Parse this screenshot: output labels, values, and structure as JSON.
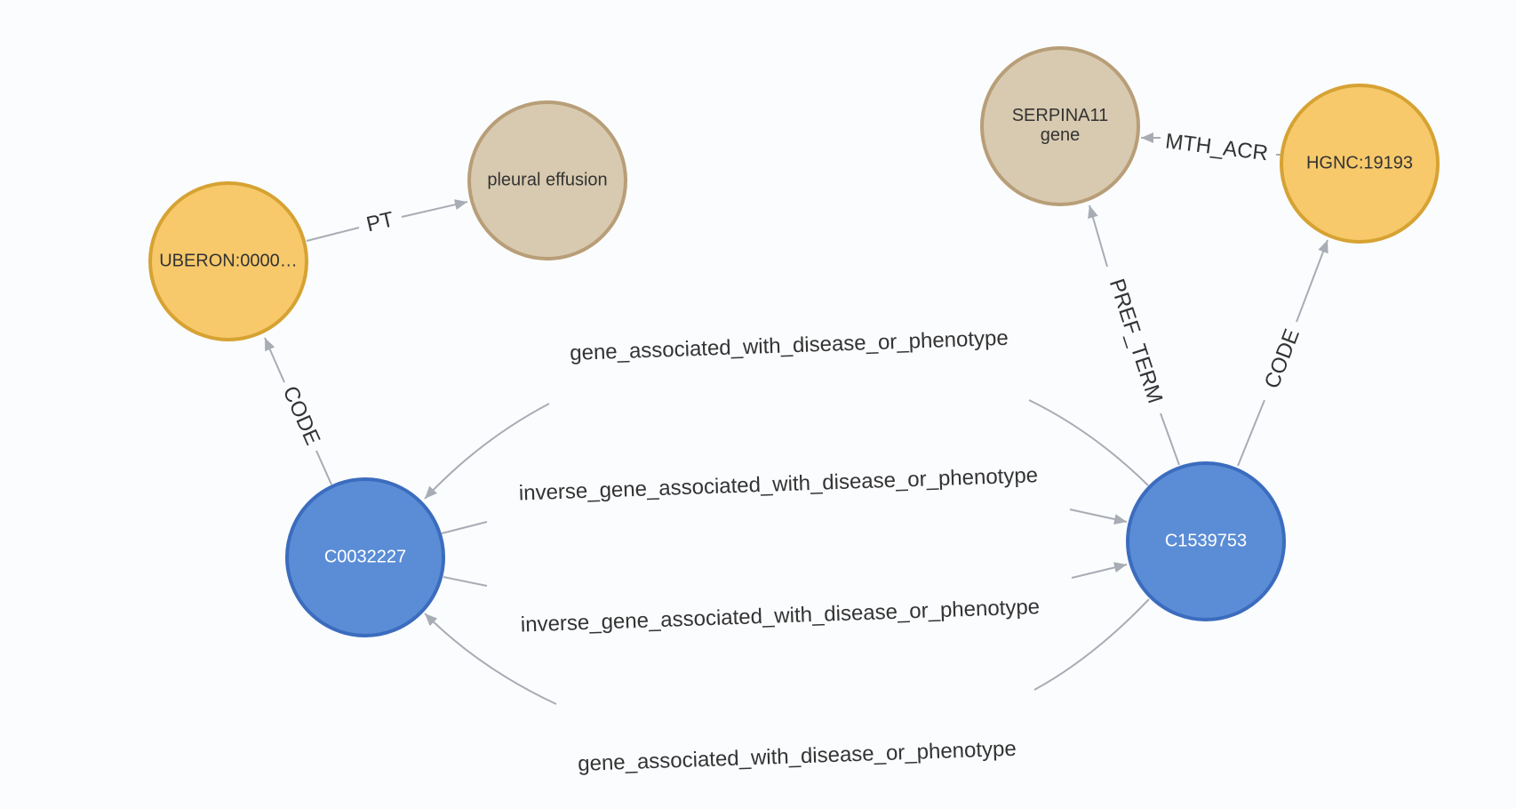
{
  "graph": {
    "nodes": [
      {
        "id": "uberon",
        "label": "UBERON:0000…",
        "category": "code"
      },
      {
        "id": "pleural",
        "label": "pleural effusion",
        "category": "term"
      },
      {
        "id": "c0032227",
        "label": "C0032227",
        "category": "concept"
      },
      {
        "id": "serpina11",
        "label": [
          "SERPINA11",
          "gene"
        ],
        "category": "term"
      },
      {
        "id": "hgnc",
        "label": "HGNC:19193",
        "category": "code"
      },
      {
        "id": "c1539753",
        "label": "C1539753",
        "category": "concept"
      }
    ],
    "edges": [
      {
        "id": "pt",
        "label": "PT",
        "source": "uberon",
        "target": "pleural"
      },
      {
        "id": "code-left",
        "label": "CODE",
        "source": "c0032227",
        "target": "uberon"
      },
      {
        "id": "gene-assoc-top",
        "label": "gene_associated_with_disease_or_phenotype",
        "source": "c1539753",
        "target": "c0032227"
      },
      {
        "id": "inverse-top",
        "label": "inverse_gene_associated_with_disease_or_phenotype",
        "source": "c0032227",
        "target": "c1539753"
      },
      {
        "id": "inverse-bottom",
        "label": "inverse_gene_associated_with_disease_or_phenotype",
        "source": "c0032227",
        "target": "c1539753"
      },
      {
        "id": "gene-assoc-bottom",
        "label": "gene_associated_with_disease_or_phenotype",
        "source": "c1539753",
        "target": "c0032227"
      },
      {
        "id": "pref-term",
        "label": "PREF_TERM",
        "source": "c1539753",
        "target": "serpina11"
      },
      {
        "id": "code-right",
        "label": "CODE",
        "source": "c1539753",
        "target": "hgnc"
      },
      {
        "id": "mth-acr",
        "label": "MTH_ACR",
        "source": "hgnc",
        "target": "serpina11"
      }
    ]
  },
  "colors": {
    "code_fill": "#f7c96b",
    "code_stroke": "#d6a232",
    "term_fill": "#d8cab0",
    "term_stroke": "#b89e78",
    "concept_fill": "#5b8dd6",
    "concept_stroke": "#3b6cbe",
    "edge": "#a8acb4",
    "text_dark": "#333333",
    "text_light": "#ffffff"
  }
}
